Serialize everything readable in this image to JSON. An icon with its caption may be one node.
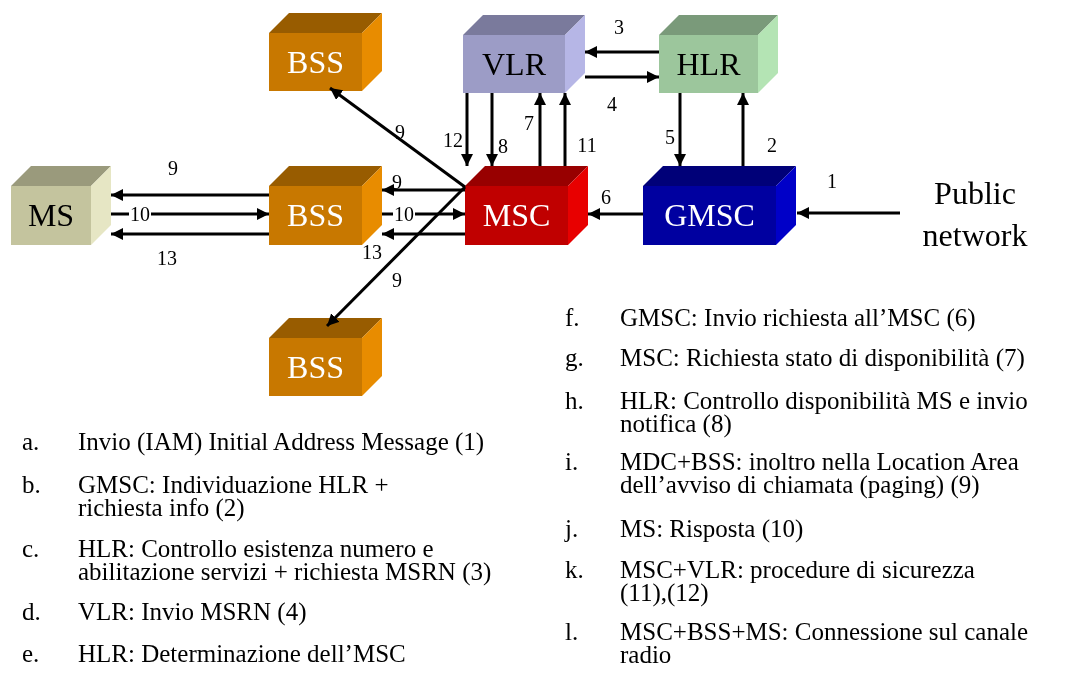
{
  "diagram": {
    "nodes": [
      {
        "text": [
          "BSS"
        ]
      },
      {
        "text": [
          "VLR"
        ]
      },
      {
        "text": [
          "HLR"
        ]
      },
      {
        "text": [
          "MS"
        ]
      },
      {
        "text": [
          "BSS"
        ]
      },
      {
        "text": [
          "MSC"
        ]
      },
      {
        "text": [
          "GMSC"
        ]
      },
      {
        "text": [
          "Public network"
        ]
      },
      {
        "text": [
          "BSS"
        ]
      }
    ],
    "edges": [
      {
        "from": 7,
        "to": 6,
        "arrow": "to",
        "label": "1"
      },
      {
        "from": 6,
        "to": 2,
        "arrow": "to",
        "label": "2"
      },
      {
        "from": 2,
        "to": 1,
        "arrow": "to",
        "label": "3"
      },
      {
        "from": 1,
        "to": 2,
        "arrow": "to",
        "label": "4"
      },
      {
        "from": 2,
        "to": 6,
        "arrow": "to",
        "label": "5"
      },
      {
        "from": 6,
        "to": 5,
        "arrow": "to",
        "label": "6"
      },
      {
        "from": 5,
        "to": 1,
        "arrow": "to",
        "label": "7"
      },
      {
        "from": 1,
        "to": 5,
        "arrow": "to",
        "label": "8"
      },
      {
        "from": 5,
        "to": 0,
        "arrow": "to",
        "label": "9"
      },
      {
        "from": 5,
        "to": 4,
        "arrow": "to",
        "label": "9"
      },
      {
        "from": 5,
        "to": 8,
        "arrow": "to",
        "label": "9"
      },
      {
        "from": 4,
        "to": 3,
        "arrow": "to",
        "label": "9"
      },
      {
        "from": 3,
        "to": 4,
        "arrow": "to",
        "label": "10"
      },
      {
        "from": 4,
        "to": 5,
        "arrow": "to",
        "label": "10"
      },
      {
        "from": 5,
        "to": 1,
        "arrow": "to",
        "label": "11"
      },
      {
        "from": 1,
        "to": 5,
        "arrow": "to",
        "label": "12"
      },
      {
        "from": 5,
        "to": 4,
        "arrow": "to",
        "label": "13"
      },
      {
        "from": 4,
        "to": 3,
        "arrow": "to",
        "label": "13"
      }
    ],
    "labels": [
      "a.",
      "Invio (IAM) Initial Address Message (1)",
      "b.",
      "GMSC: Individuazione HLR + richiesta info (2)",
      "c.",
      "HLR: Controllo esistenza numero e abilitazione servizi + richiesta MSRN (3)",
      "d.",
      "VLR: Invio MSRN (4)",
      "e.",
      "HLR: Determinazione dell’MSC",
      "f.",
      "GMSC: Invio richiesta all’MSC (6)",
      "g.",
      "MSC: Richiesta stato di disponibilità (7)",
      "h.",
      "HLR: Controllo disponibilità MS e invio notifica (8)",
      "i.",
      "MDC+BSS: inoltro nella Location Area dell’avviso di chiamata (paging) (9)",
      "j.",
      "MS: Risposta (10)",
      "k.",
      "MSC+VLR: procedure di sicurezza (11),(12)",
      "l.",
      "MSC+BSS+MS: Connessione sul canale radio"
    ]
  }
}
